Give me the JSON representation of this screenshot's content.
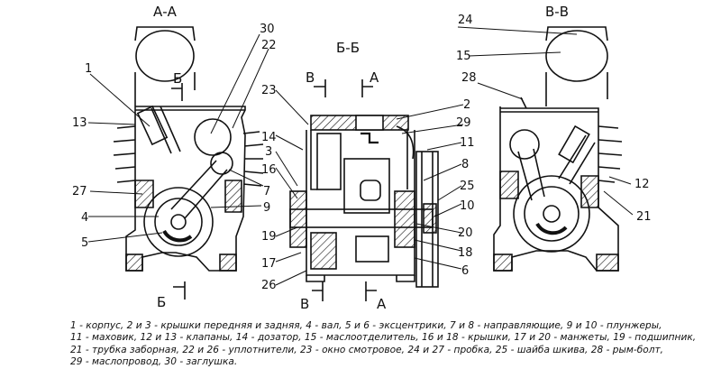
{
  "sections": {
    "aa": "А-А",
    "bb": "Б-Б",
    "vv": "В-В"
  },
  "cut_marks": {
    "b": "Б",
    "v": "В",
    "a": "А"
  },
  "callouts": {
    "c1": "1",
    "c13": "13",
    "c27": "27",
    "c4": "4",
    "c5": "5",
    "c30": "30",
    "c22": "22",
    "c7": "7",
    "c9": "9",
    "c23": "23",
    "c14": "14",
    "c3": "3",
    "c16": "16",
    "c19": "19",
    "c17": "17",
    "c26": "26",
    "c2": "2",
    "c29": "29",
    "c11": "11",
    "c8": "8",
    "c25": "25",
    "c10": "10",
    "c20": "20",
    "c18": "18",
    "c6": "6",
    "c24": "24",
    "c15": "15",
    "c28": "28",
    "c12": "12",
    "c21": "21"
  },
  "legend": [
    "1 - корпус, 2 и 3 - крышки передняя и задняя, 4 - вал, 5 и 6 - эксцентрики, 7 и 8 - направляющие, 9 и 10 - плунжеры,",
    "11 - маховик, 12 и 13 - клапаны, 14 - дозатор, 15 - маслоотделитель, 16 и 18 - крышки, 17 и 20 - манжеты, 19 - подшипник,",
    "21 - трубка заборная, 22 и 26 - уплотнители, 23 - окно смотровое, 24 и 27 - пробка, 25 - шайба шкива, 28 - рым-болт,",
    "29 - маслопровод, 30 - заглушка."
  ]
}
